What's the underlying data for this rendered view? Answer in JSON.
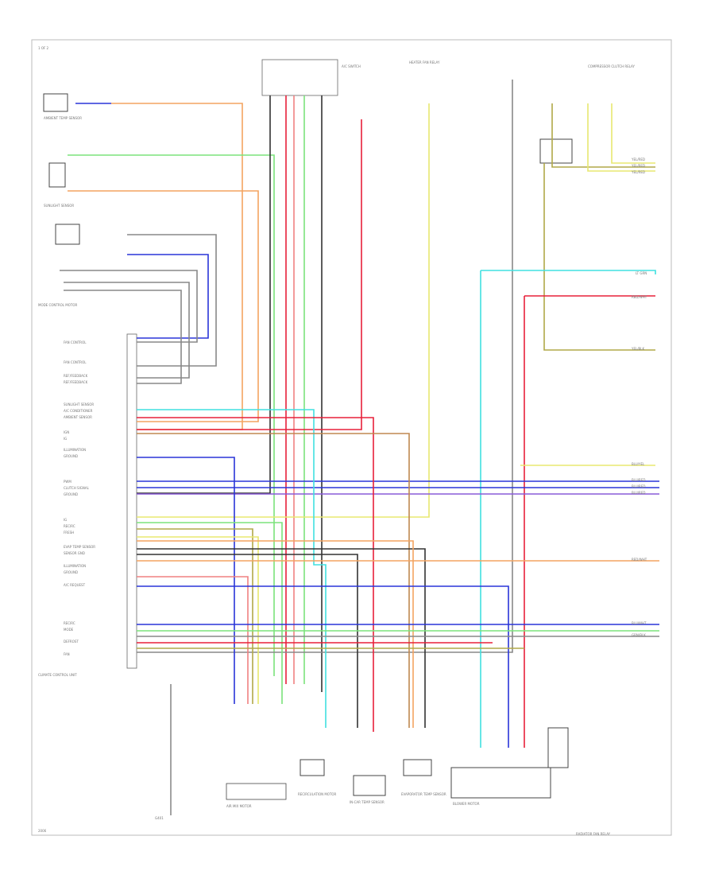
{
  "diagram": {
    "corner_label": "1 OF 2",
    "corner_label2": "2006",
    "colors": {
      "blue": "#2a35d8",
      "orange": "#f4a460",
      "green": "#7be37b",
      "grey": "#888888",
      "dark": "#333333",
      "red": "#e8203a",
      "pink": "#f08080",
      "yellow": "#e8e870",
      "cyan": "#40e0e0",
      "olive": "#b0a848",
      "purple": "#8a5cd8",
      "brown": "#c08850"
    },
    "components": {
      "sensor_top_left": "AMBIENT TEMP SENSOR",
      "sensor_mid_left": "SUNLIGHT SENSOR",
      "motor_left": "MODE CONTROL MOTOR",
      "control_unit": "CLIMATE CONTROL UNIT",
      "top_center_switch": "A/C SWITCH",
      "top_center_relay": "HEATER FAN RELAY",
      "top_right_relay": "COMPRESSOR CLUTCH RELAY",
      "bottom_motor_1": "RECIRCULATION MOTOR",
      "bottom_sensor_1": "IN-CAR TEMP SENSOR",
      "bottom_sensor_2": "EVAPORATOR TEMP SENSOR",
      "bottom_sensor_3": "AIR MIX MOTOR",
      "bottom_unit_right": "BLOWER MOTOR",
      "bottom_right_relay": "RADIATOR FAN RELAY",
      "ground_label": "G401"
    },
    "pin_labels_left": [
      "FAN CONTROL",
      "FAN CONTROL",
      "REF/FEEDBACK",
      "REF/FEEDBACK",
      "SUNLIGHT SENSOR",
      "A/C CONDITIONER",
      "AMBIENT SENSOR",
      "IGN",
      "IG",
      "ILLUMINATION",
      "GROUND",
      "PWM",
      "CLUTCH SIGNAL",
      "GROUND",
      "IG",
      "RECIRC",
      "FRESH",
      "EVAP TEMP SENSOR",
      "SENSOR GND",
      "ILLUMINATION",
      "GROUND",
      "A/C REQUEST",
      "RECIRC",
      "MODE",
      "DEFROST",
      "FAN"
    ],
    "wire_labels_right": [
      "YEL/RED",
      "YEL/RED",
      "YEL/RED",
      "LT GRN",
      "RED/WHT",
      "YEL/BLK",
      "BLU/YEL",
      "BLU/RED",
      "BLU/RED",
      "BLU/RED",
      "RED/WHT",
      "BLU/WHT",
      "GRN/BLK"
    ]
  }
}
